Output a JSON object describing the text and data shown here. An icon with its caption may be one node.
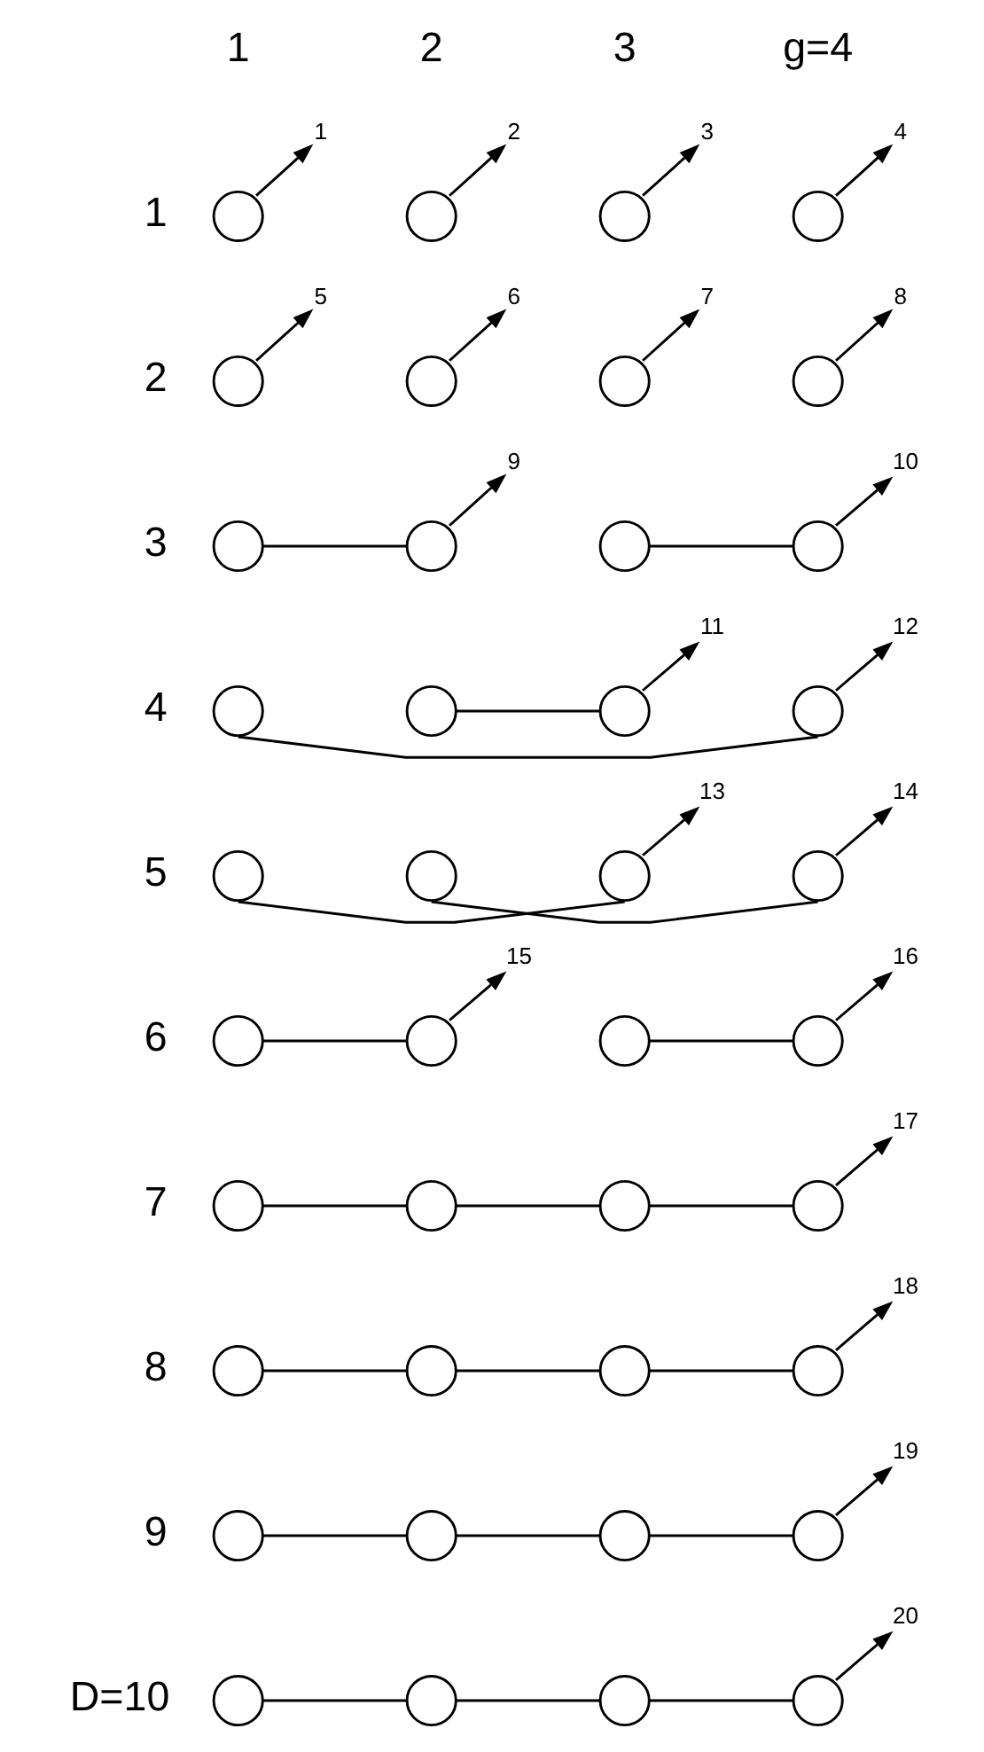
{
  "diagram": {
    "nodes": [
      {
        "text": [
          "1"
        ]
      },
      {
        "text": [
          "2"
        ]
      },
      {
        "text": [
          "3"
        ]
      },
      {
        "text": [
          "4"
        ]
      },
      {
        "text": [],
        "shape": "circle"
      },
      {
        "text": [],
        "shape": "circle"
      },
      {
        "text": [],
        "shape": "circle"
      },
      {
        "text": [],
        "shape": "circle"
      },
      {
        "text": [
          "5"
        ]
      },
      {
        "text": [
          "6"
        ]
      },
      {
        "text": [
          "7"
        ]
      },
      {
        "text": [
          "8"
        ]
      },
      {
        "text": [],
        "shape": "circle"
      },
      {
        "text": [],
        "shape": "circle"
      },
      {
        "text": [],
        "shape": "circle"
      },
      {
        "text": [],
        "shape": "circle"
      },
      {
        "text": [
          "9"
        ]
      },
      {
        "text": [
          "10"
        ]
      },
      {
        "text": [],
        "shape": "circle"
      },
      {
        "text": [],
        "shape": "circle"
      },
      {
        "text": [],
        "shape": "circle"
      },
      {
        "text": [],
        "shape": "circle"
      },
      {
        "text": [
          "11"
        ]
      },
      {
        "text": [
          "12"
        ]
      },
      {
        "text": [],
        "shape": "circle"
      },
      {
        "text": [],
        "shape": "circle"
      },
      {
        "text": [],
        "shape": "circle"
      },
      {
        "text": [],
        "shape": "circle"
      },
      {
        "text": [
          "13"
        ]
      },
      {
        "text": [
          "14"
        ]
      },
      {
        "text": [],
        "shape": "circle"
      },
      {
        "text": [],
        "shape": "circle"
      },
      {
        "text": [],
        "shape": "circle"
      },
      {
        "text": [],
        "shape": "circle"
      },
      {
        "text": [
          "15"
        ]
      },
      {
        "text": [
          "16"
        ]
      },
      {
        "text": [],
        "shape": "circle"
      },
      {
        "text": [],
        "shape": "circle"
      },
      {
        "text": [],
        "shape": "circle"
      },
      {
        "text": [],
        "shape": "circle"
      },
      {
        "text": [
          "17"
        ]
      },
      {
        "text": [],
        "shape": "circle"
      },
      {
        "text": [],
        "shape": "circle"
      },
      {
        "text": [],
        "shape": "circle"
      },
      {
        "text": [],
        "shape": "circle"
      },
      {
        "text": [
          "18"
        ]
      },
      {
        "text": [],
        "shape": "circle"
      },
      {
        "text": [],
        "shape": "circle"
      },
      {
        "text": [],
        "shape": "circle"
      },
      {
        "text": [],
        "shape": "circle"
      },
      {
        "text": [
          "19"
        ]
      },
      {
        "text": [],
        "shape": "circle"
      },
      {
        "text": [],
        "shape": "circle"
      },
      {
        "text": [],
        "shape": "circle"
      },
      {
        "text": [],
        "shape": "circle"
      },
      {
        "text": [
          "20"
        ]
      },
      {
        "text": [],
        "shape": "circle"
      },
      {
        "text": [],
        "shape": "circle"
      },
      {
        "text": [],
        "shape": "circle"
      },
      {
        "text": [],
        "shape": "circle"
      }
    ],
    "edges": [
      {
        "from": 4,
        "to": 0,
        "arrow": "to"
      },
      {
        "from": 5,
        "to": 1,
        "arrow": "to"
      },
      {
        "from": 6,
        "to": 2,
        "arrow": "to"
      },
      {
        "from": 7,
        "to": 3,
        "arrow": "to"
      },
      {
        "from": 12,
        "to": 8,
        "arrow": "to"
      },
      {
        "from": 13,
        "to": 9,
        "arrow": "to"
      },
      {
        "from": 14,
        "to": 10,
        "arrow": "to"
      },
      {
        "from": 15,
        "to": 11,
        "arrow": "to"
      },
      {
        "from": 18,
        "to": 19,
        "arrow": "none"
      },
      {
        "from": 19,
        "to": 16,
        "arrow": "to"
      },
      {
        "from": 20,
        "to": 21,
        "arrow": "none"
      },
      {
        "from": 21,
        "to": 17,
        "arrow": "to"
      },
      {
        "from": 24,
        "to": 27,
        "arrow": "none"
      },
      {
        "from": 25,
        "to": 26,
        "arrow": "none"
      },
      {
        "from": 26,
        "to": 22,
        "arrow": "to"
      },
      {
        "from": 27,
        "to": 23,
        "arrow": "to"
      },
      {
        "from": 30,
        "to": 32,
        "arrow": "none"
      },
      {
        "from": 31,
        "to": 33,
        "arrow": "none"
      },
      {
        "from": 32,
        "to": 28,
        "arrow": "to"
      },
      {
        "from": 33,
        "to": 29,
        "arrow": "to"
      },
      {
        "from": 36,
        "to": 37,
        "arrow": "none"
      },
      {
        "from": 37,
        "to": 34,
        "arrow": "to"
      },
      {
        "from": 38,
        "to": 39,
        "arrow": "none"
      },
      {
        "from": 39,
        "to": 35,
        "arrow": "to"
      },
      {
        "from": 41,
        "to": 42,
        "arrow": "none"
      },
      {
        "from": 42,
        "to": 43,
        "arrow": "none"
      },
      {
        "from": 43,
        "to": 44,
        "arrow": "none"
      },
      {
        "from": 44,
        "to": 40,
        "arrow": "to"
      },
      {
        "from": 46,
        "to": 47,
        "arrow": "none"
      },
      {
        "from": 47,
        "to": 48,
        "arrow": "none"
      },
      {
        "from": 48,
        "to": 49,
        "arrow": "none"
      },
      {
        "from": 49,
        "to": 45,
        "arrow": "to"
      },
      {
        "from": 51,
        "to": 52,
        "arrow": "none"
      },
      {
        "from": 52,
        "to": 53,
        "arrow": "none"
      },
      {
        "from": 53,
        "to": 54,
        "arrow": "none"
      },
      {
        "from": 54,
        "to": 50,
        "arrow": "to"
      },
      {
        "from": 56,
        "to": 57,
        "arrow": "none"
      },
      {
        "from": 57,
        "to": 58,
        "arrow": "none"
      },
      {
        "from": 58,
        "to": 59,
        "arrow": "none"
      },
      {
        "from": 59,
        "to": 55,
        "arrow": "to"
      }
    ],
    "labels": [
      "1",
      "2",
      "3",
      "g=4",
      "1",
      "2",
      "3",
      "4",
      "5",
      "6",
      "7",
      "8",
      "9",
      "D=10"
    ]
  }
}
